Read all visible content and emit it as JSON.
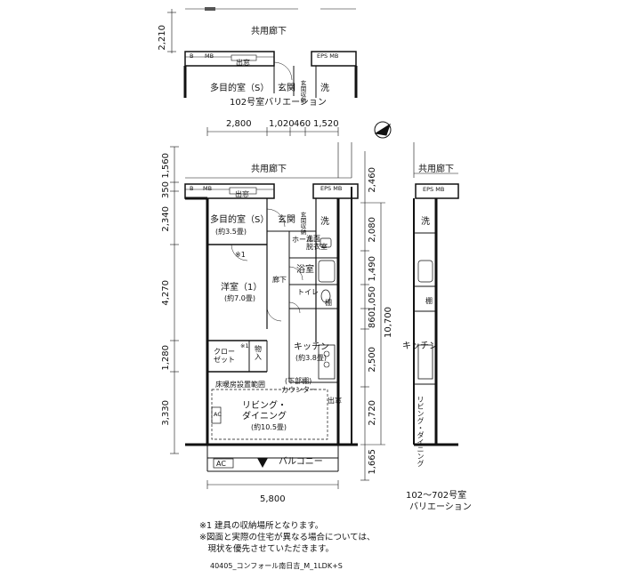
{
  "common_corridor": "共用廊下",
  "variation_top": {
    "caption": "102号室バリエーション",
    "dim_left": "2,210",
    "rooms": {
      "multi": "多目的室（S）",
      "entrance": "玄関",
      "storage": "玄関収納",
      "wash": "洗",
      "exit_window": "出窓",
      "eps": "EPS MB",
      "b": "B",
      "mb": "MB"
    }
  },
  "main": {
    "top_dims": [
      "2,800",
      "1,020",
      "460",
      "1,520"
    ],
    "left_dims": [
      "1,560",
      "350",
      "2,340",
      "4,270",
      "1,280",
      "3,330"
    ],
    "right_dims": [
      "2,460",
      "2,080",
      "1,490",
      "1,050",
      "860",
      "2,500",
      "2,720",
      "1,665"
    ],
    "total_height": "10,700",
    "bottom_dim": "5,800",
    "labels": {
      "b": "B",
      "mb": "MB",
      "exit_window_top": "出窓",
      "eps_mb": "EPS MB",
      "multi": "多目的室（S）",
      "multi_area": "(約3.5畳)",
      "entrance": "玄関",
      "entrance_storage": "玄関収納",
      "wash": "洗",
      "hall": "ホール",
      "dressing": "洗面\n脱衣室",
      "note1": "※1",
      "bath": "浴室",
      "corridor": "廊下",
      "toilet": "トイレ",
      "shelf": "棚",
      "western": "洋室（1）",
      "western_area": "(約7.0畳)",
      "closet": "クロー\nゼット",
      "closet_note": "※1",
      "storage": "物\n入",
      "kitchen": "キッチン",
      "kitchen_area": "(約3.8畳)",
      "floor_heating": "床暖房設置範囲",
      "lower_shelf": "(下部棚)",
      "counter": "カウンター",
      "exit_window_living": "出窓",
      "ac": "AC",
      "living": "リビング・",
      "dining": "ダイニング",
      "living_area": "(約10.5畳)",
      "balcony": "バルコニー"
    }
  },
  "variation_right": {
    "eps": "EPS MB",
    "wash": "洗",
    "shelf": "棚",
    "kitchen": "キッチン",
    "living_dining": "リビング・ダイニング",
    "caption1": "102～702号室",
    "caption2": "バリエーション"
  },
  "notes": [
    "※1 建具の収納場所となります。",
    "※図面と実際の住宅が異なる場合については、",
    "　現状を優先させていただきます。"
  ],
  "footer_id": "40405_コンフォール南日吉_M_1LDK+S"
}
